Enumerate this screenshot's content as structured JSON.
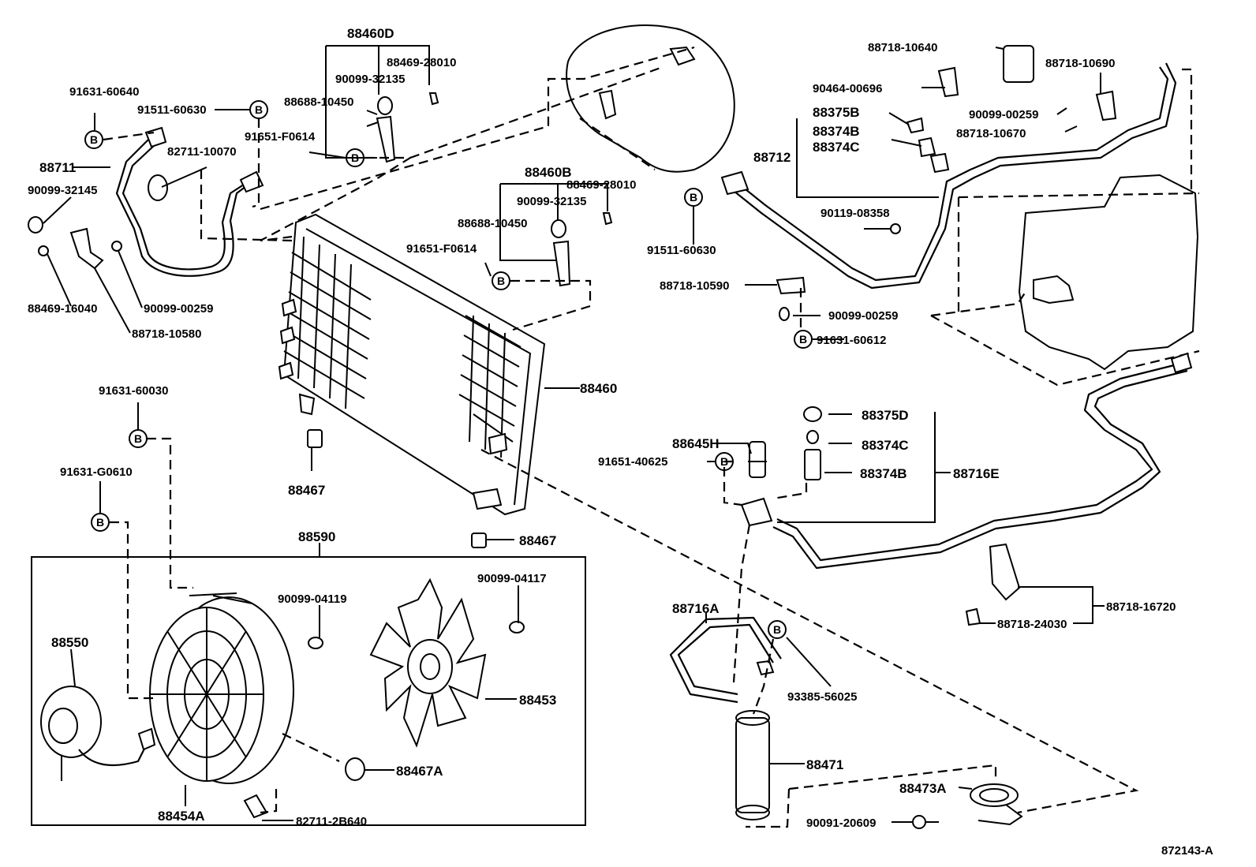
{
  "diagram_id": "872143-A",
  "bolt_marker": "B",
  "labels": {
    "l88460D": "88460D",
    "l88469_28010_a": "88469-28010",
    "l90099_32135_a": "90099-32135",
    "l88688_10450_a": "88688-10450",
    "l91651_F0614_a": "91651-F0614",
    "l91631_60640": "91631-60640",
    "l91511_60630_a": "91511-60630",
    "l82711_10070": "82711-10070",
    "l88711": "88711",
    "l90099_32145": "90099-32145",
    "l88469_16040": "88469-16040",
    "l90099_00259_a": "90099-00259",
    "l88718_10580": "88718-10580",
    "l88460B": "88460B",
    "l88469_28010_b": "88469-28010",
    "l90099_32135_b": "90099-32135",
    "l88688_10450_b": "88688-10450",
    "l91651_F0614_b": "91651-F0614",
    "l88718_10640": "88718-10640",
    "l88718_10690": "88718-10690",
    "l90464_00696": "90464-00696",
    "l88375B": "88375B",
    "l88374B_a": "88374B",
    "l88374C_a": "88374C",
    "l88712": "88712",
    "l90099_00259_b": "90099-00259",
    "l88718_10670": "88718-10670",
    "l90119_08358": "90119-08358",
    "l91511_60630_b": "91511-60630",
    "l88718_10590": "88718-10590",
    "l90099_00259_c": "90099-00259",
    "l91631_60612": "91631-60612",
    "l88460": "88460",
    "l91631_60030": "91631-60030",
    "l91631_G0610": "91631-G0610",
    "l88467_a": "88467",
    "l88467_b": "88467",
    "l88375D": "88375D",
    "l88645H": "88645H",
    "l88374C_b": "88374C",
    "l91651_40625": "91651-40625",
    "l88374B_b": "88374B",
    "l88716E": "88716E",
    "l88590": "88590",
    "l90099_04117": "90099-04117",
    "l90099_04119": "90099-04119",
    "l88550": "88550",
    "l88453": "88453",
    "l88467A": "88467A",
    "l88454A": "88454A",
    "l82711_2B640": "82711-2B640",
    "l88716A": "88716A",
    "l93385_56025": "93385-56025",
    "l88471": "88471",
    "l88473A": "88473A",
    "l90091_20609": "90091-20609",
    "l88718_16720": "88718-16720",
    "l88718_24030": "88718-24030"
  }
}
